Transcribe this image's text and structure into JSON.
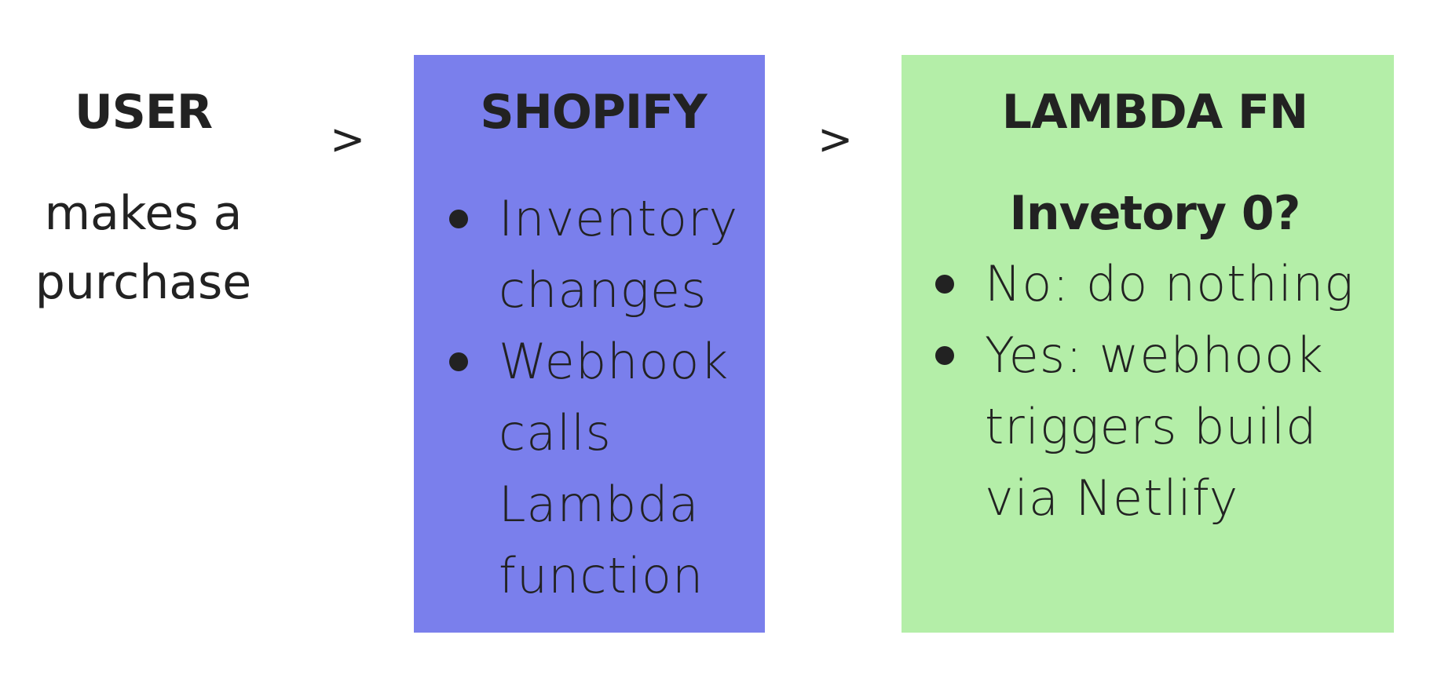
{
  "user": {
    "title": "USER",
    "description": "makes a purchase"
  },
  "connectors": [
    ">",
    ">"
  ],
  "shopify": {
    "title": "SHOPIFY",
    "bullets": [
      "Inventory changes",
      "Webhook calls Lambda function"
    ],
    "color": "#7a7fec"
  },
  "lambda": {
    "title": "LAMBDA FN",
    "subtitle": "Invetory 0?",
    "bullets": [
      "No: do nothing",
      "Yes: webhook triggers build via Netlify"
    ],
    "color": "#b4eea8"
  }
}
